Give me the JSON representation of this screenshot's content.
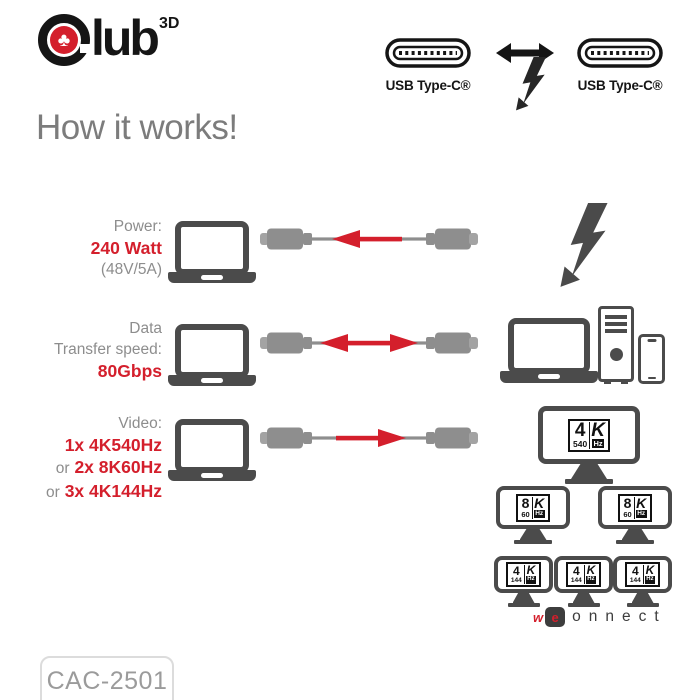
{
  "colors": {
    "accent_red": "#d41f2c",
    "icon_dark_gray": "#4b4b4b",
    "cable_gray": "#8e8e8e",
    "text_gray": "#8d8d8d",
    "heading_gray": "#7c7c7c",
    "black": "#151515"
  },
  "logo": {
    "name": "club",
    "letters": "lub",
    "sup": "3D",
    "suit": "♣"
  },
  "usb_header": {
    "left_label": "USB Type-C®",
    "right_label": "USB Type-C®"
  },
  "heading": "How it works!",
  "rows": {
    "power": {
      "label": "Power:",
      "value": "240 Watt",
      "sub": "(48V/5A)"
    },
    "data": {
      "label_line1": "Data",
      "label_line2": "Transfer speed:",
      "value": "80Gbps"
    },
    "video": {
      "label": "Video:",
      "value1": "1x 4K540Hz",
      "or_label": "or",
      "value2": "2x 8K60Hz",
      "value3": "3x 4K144Hz"
    }
  },
  "badges": {
    "b4k540": {
      "num": "4",
      "k": "K",
      "freq": "540",
      "hz": "Hz"
    },
    "b8k60": {
      "num": "8",
      "k": "K",
      "freq": "60",
      "hz": "Hz"
    },
    "b4k144": {
      "num": "4",
      "k": "K",
      "freq": "144",
      "hz": "Hz"
    }
  },
  "wconnect": {
    "w": "w",
    "e": "e",
    "rest": "onnect"
  },
  "product_code": "CAC-2501"
}
